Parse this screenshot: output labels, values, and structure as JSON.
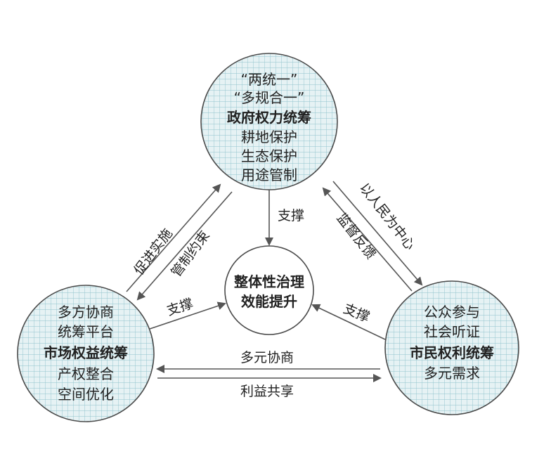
{
  "nodes": {
    "government": {
      "lines": [
        "“两统一”",
        "“多规合一”",
        "政府权力统筹",
        "耕地保护",
        "生态保护",
        "用途管制"
      ],
      "bold_index": 2
    },
    "market": {
      "lines": [
        "多方协商",
        "统筹平台",
        "市场权益统筹",
        "产权整合",
        "空间优化"
      ],
      "bold_index": 2
    },
    "citizen": {
      "lines": [
        "公众参与",
        "社会听证",
        "市民权利统筹",
        "多元需求"
      ],
      "bold_index": 2
    },
    "center": {
      "lines": [
        "整体性治理",
        "效能提升"
      ]
    }
  },
  "edges": {
    "gov_market_up": "促进实施",
    "gov_market_down": "管制约束",
    "gov_citizen_a": "以人民为中心",
    "gov_citizen_b": "监督反馈",
    "market_citizen_top": "多元协商",
    "market_citizen_bottom": "利益共享",
    "support_top": "支撑",
    "support_left": "支撑",
    "support_right": "支撑"
  },
  "colors": {
    "grid_fill": "#e6f2f4",
    "grid_line": "#8fc3cb",
    "stroke": "#555555"
  }
}
